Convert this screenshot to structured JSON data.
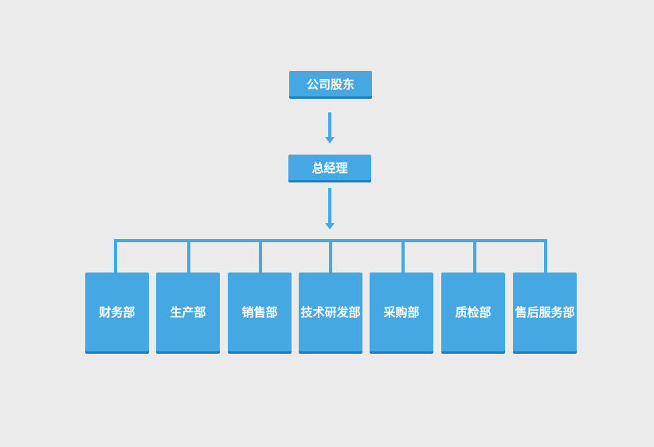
{
  "org_chart": {
    "top": {
      "label": "公司股东"
    },
    "manager": {
      "label": "总经理"
    },
    "departments": [
      {
        "label": "财务部"
      },
      {
        "label": "生产部"
      },
      {
        "label": "销售部"
      },
      {
        "label": "技术研发部"
      },
      {
        "label": "采购部"
      },
      {
        "label": "质检部"
      },
      {
        "label": "售后服务部"
      }
    ]
  },
  "colors": {
    "node": "#45a8e3",
    "node_shadow": "#1f7fc0",
    "connector": "#45a8e3",
    "background": "#ebebeb"
  }
}
